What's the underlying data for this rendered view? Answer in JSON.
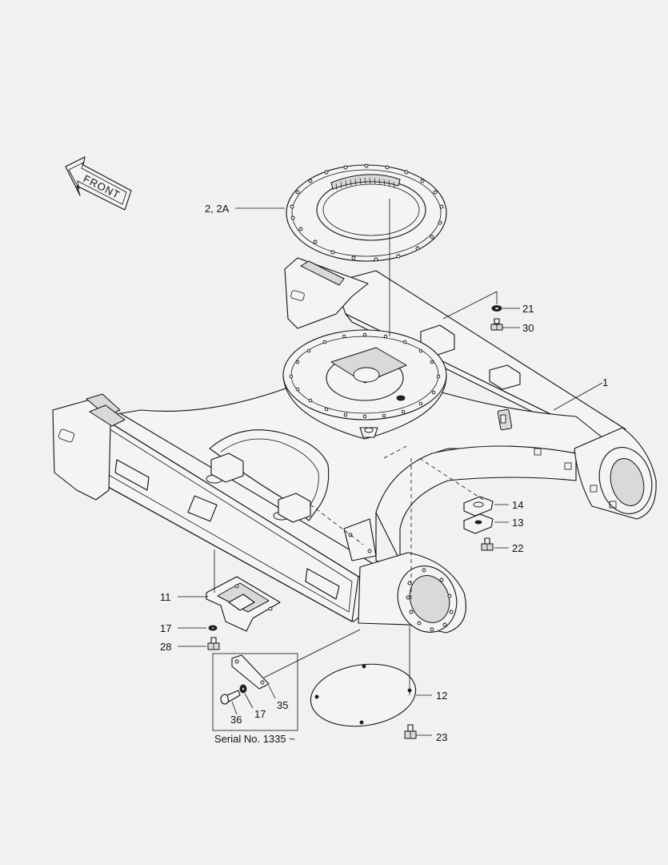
{
  "front_arrow": {
    "label": "FRONT"
  },
  "callouts": [
    {
      "id": "c-2-2a",
      "label": "2, 2A"
    },
    {
      "id": "c-1",
      "label": "1"
    },
    {
      "id": "c-21",
      "label": "21"
    },
    {
      "id": "c-30",
      "label": "30"
    },
    {
      "id": "c-14",
      "label": "14"
    },
    {
      "id": "c-13",
      "label": "13"
    },
    {
      "id": "c-22",
      "label": "22"
    },
    {
      "id": "c-11",
      "label": "11"
    },
    {
      "id": "c-17a",
      "label": "17"
    },
    {
      "id": "c-28",
      "label": "28"
    },
    {
      "id": "c-12",
      "label": "12"
    },
    {
      "id": "c-23",
      "label": "23"
    },
    {
      "id": "c-35",
      "label": "35"
    },
    {
      "id": "c-17b",
      "label": "17"
    },
    {
      "id": "c-36",
      "label": "36"
    }
  ],
  "serial_note": "Serial No. 1335 ~",
  "colors": {
    "background": "#f1f1f1",
    "line": "#111111",
    "shade": "#d9d9d9"
  }
}
